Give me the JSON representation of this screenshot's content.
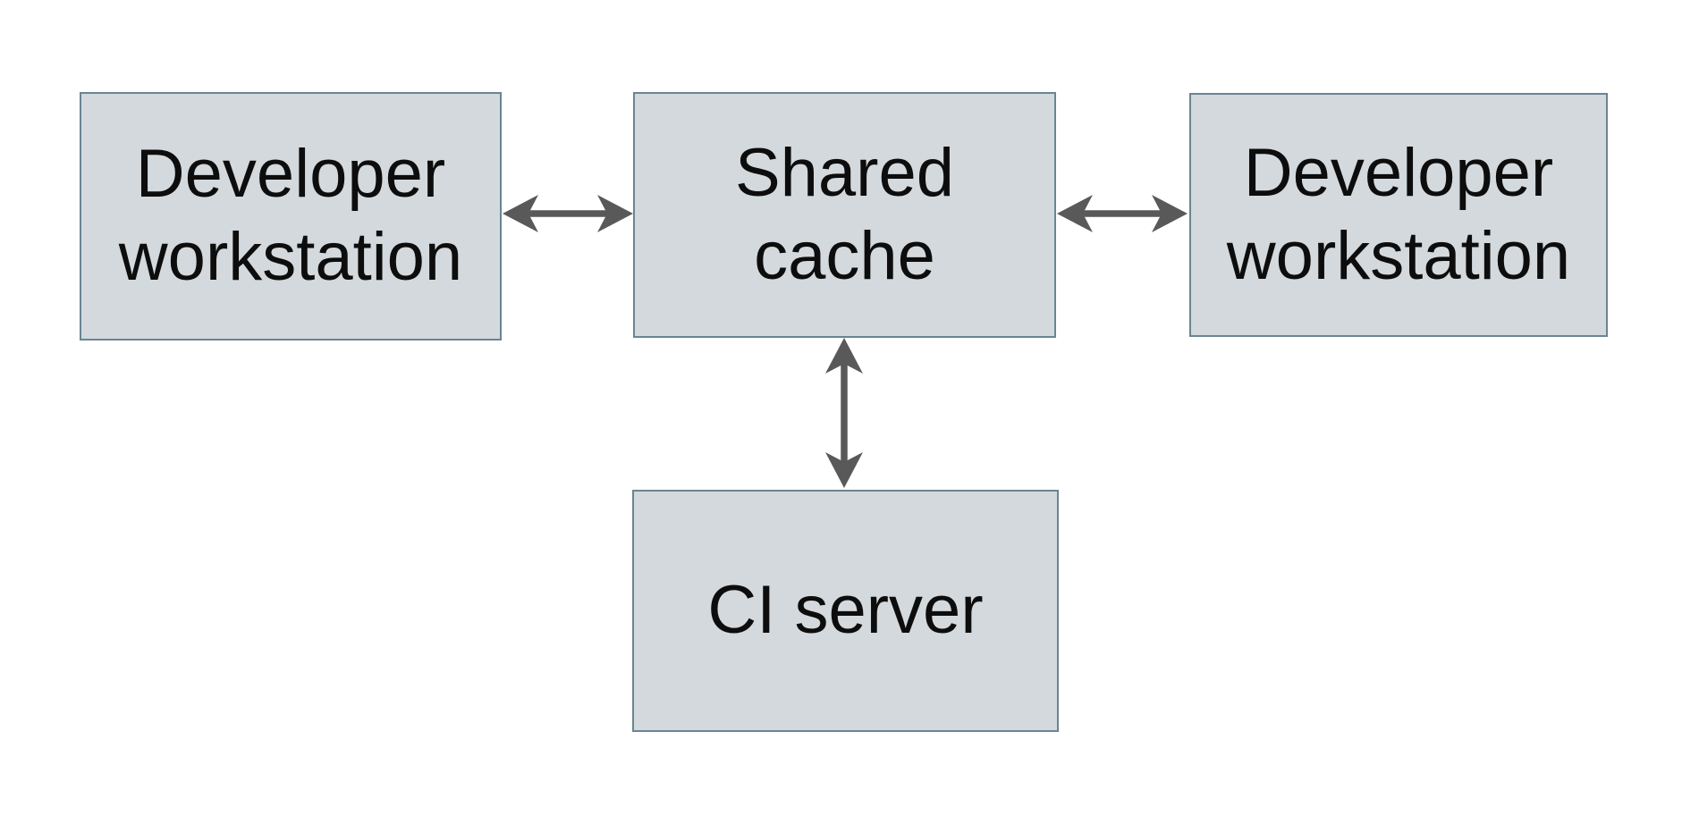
{
  "diagram": {
    "nodes": [
      {
        "id": "developer-workstation-left",
        "label": "Developer workstation"
      },
      {
        "id": "shared-cache",
        "label": "Shared cache"
      },
      {
        "id": "developer-workstation-right",
        "label": "Developer workstation"
      },
      {
        "id": "ci-server",
        "label": "CI server"
      }
    ],
    "edges": [
      {
        "from": "developer-workstation-left",
        "to": "shared-cache",
        "direction": "bidirectional"
      },
      {
        "from": "shared-cache",
        "to": "developer-workstation-right",
        "direction": "bidirectional"
      },
      {
        "from": "shared-cache",
        "to": "ci-server",
        "direction": "bidirectional"
      }
    ],
    "colors": {
      "background": "#ffffff",
      "node_fill": "#d3d9dc",
      "node_border": "#6a8592",
      "arrow": "#595959",
      "text": "#0d0d0d"
    }
  }
}
